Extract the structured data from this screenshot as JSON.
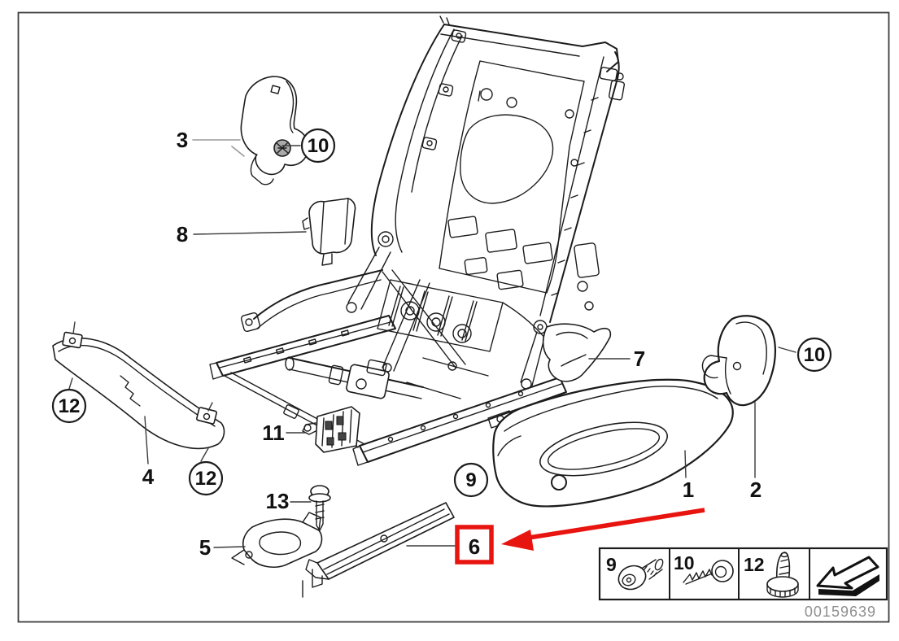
{
  "diagram": {
    "type": "exploded-parts-diagram",
    "subject": "seat frame with trim covers",
    "drawing_number": "00159639",
    "callouts": {
      "n1": "1",
      "n2": "2",
      "n3": "3",
      "n4": "4",
      "n5": "5",
      "n6": "6",
      "n7": "7",
      "n8": "8",
      "n11": "11",
      "n13": "13",
      "c9": "9",
      "c10": "10",
      "c12": "12"
    },
    "highlight": {
      "boxed_label": "6"
    },
    "legend": {
      "ref9": "9",
      "ref10": "10",
      "ref12": "12",
      "icon9": "torx-button-screw-icon",
      "icon10": "self-tapping-screw-icon",
      "icon12": "expansion-rivet-icon",
      "icon_arrow": "direction-arrow-icon"
    },
    "colors": {
      "highlight_red": "#e8140f",
      "line": "#1c1c1c",
      "muted_text": "#8f8f8f"
    }
  }
}
